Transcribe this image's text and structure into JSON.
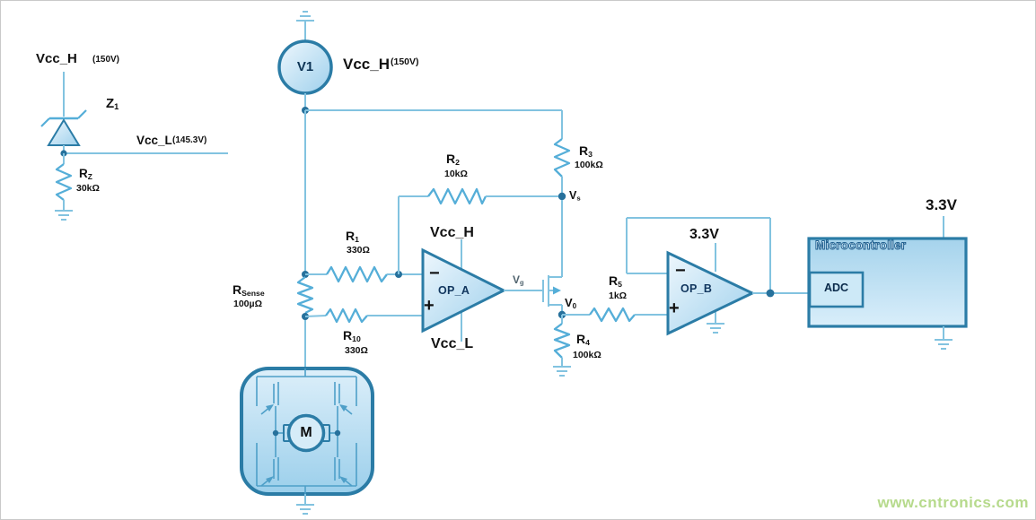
{
  "title": "High-side current sensing motor drive schematic",
  "colors": {
    "wire": "#82c3e0",
    "component": "#55aed8",
    "outline": "#2b7ca6",
    "node": "#27719c",
    "text": "#111111",
    "opamp_text": "#11365e",
    "watermark_green": "#b6da8c"
  },
  "nets": {
    "vcc_h": {
      "name": "Vcc_H",
      "value": "(150V)"
    },
    "vcc_l": {
      "name": "Vcc_L",
      "value": "(145.3V)"
    },
    "v33": "3.3V",
    "vs": {
      "prefix": "V",
      "sub": "s"
    },
    "vg": {
      "prefix": "V",
      "sub": "g"
    },
    "v0": {
      "prefix": "V",
      "sub": "0"
    }
  },
  "components": {
    "z1": {
      "prefix": "Z",
      "sub": "1"
    },
    "rz": {
      "prefix": "R",
      "sub": "Z",
      "value": "30kΩ"
    },
    "r1": {
      "prefix": "R",
      "sub": "1",
      "value": "330Ω"
    },
    "r2": {
      "prefix": "R",
      "sub": "2",
      "value": "10kΩ"
    },
    "r3": {
      "prefix": "R",
      "sub": "3",
      "value": "100kΩ"
    },
    "r4": {
      "prefix": "R",
      "sub": "4",
      "value": "100kΩ"
    },
    "r5": {
      "prefix": "R",
      "sub": "5",
      "value": "1kΩ"
    },
    "r10": {
      "prefix": "R",
      "sub": "10",
      "value": "330Ω"
    },
    "rsense": {
      "prefix": "R",
      "sub": "Sense",
      "value": "100µΩ"
    },
    "v1": {
      "label": "V1"
    }
  },
  "opamps": {
    "polarity": {
      "minus": "−",
      "plus": "+"
    },
    "a": {
      "label": "OP_A"
    },
    "b": {
      "label": "OP_B"
    }
  },
  "mcu": {
    "title": "Microcontroller",
    "adc": "ADC"
  },
  "motor": {
    "label": "M"
  },
  "watermark": "www.cntronics.com"
}
